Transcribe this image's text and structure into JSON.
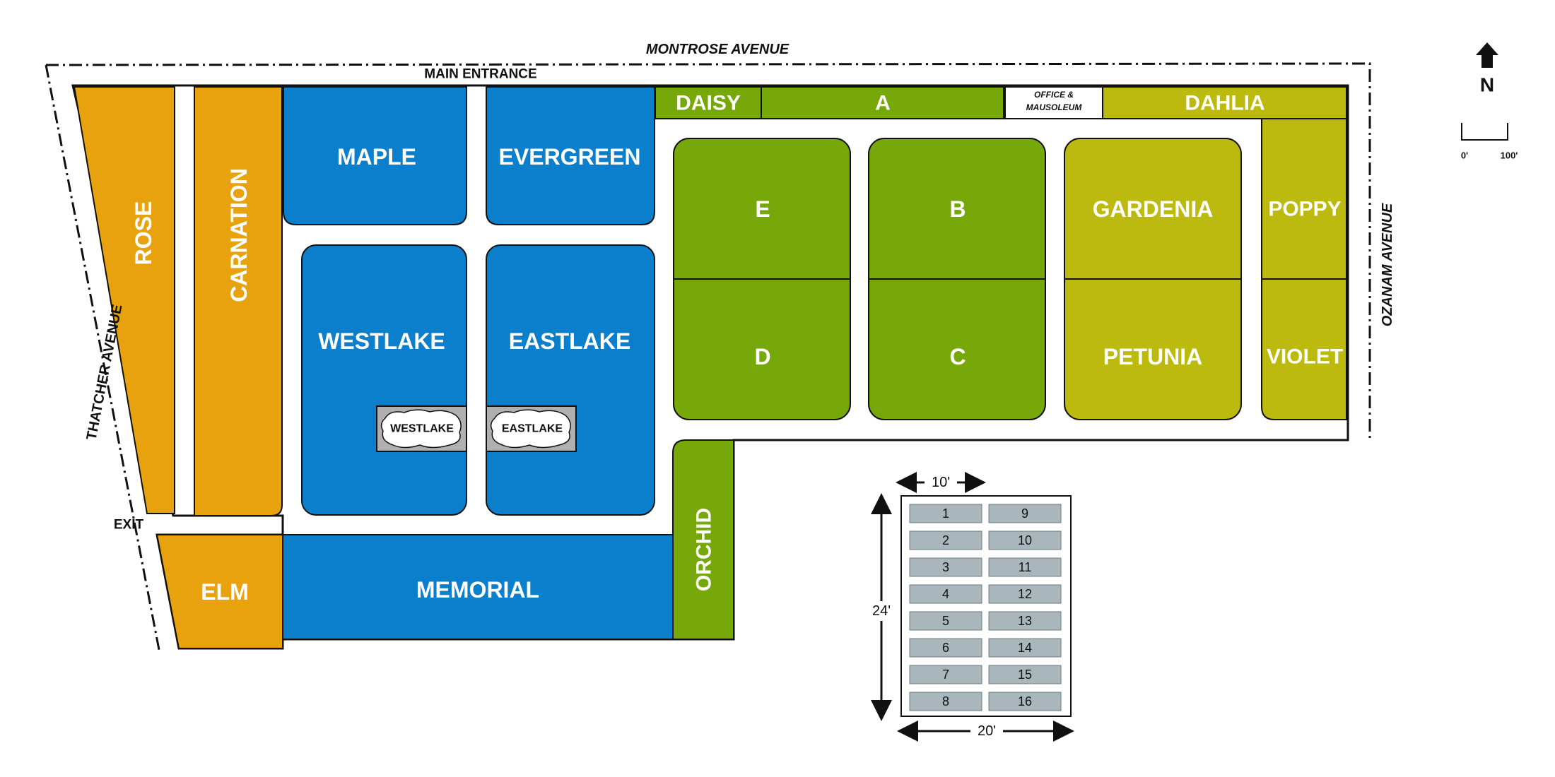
{
  "colors": {
    "orange": "#e8a20e",
    "blue": "#0b7fcb",
    "green": "#76a80a",
    "olive": "#bcba0f",
    "lake_frame": "#b0b0b0",
    "plot_fill": "#a9b6bb",
    "line": "#111111"
  },
  "roads": {
    "north": "MONTROSE AVENUE",
    "east": "OZANAM AVENUE",
    "west": "THATCHER AVENUE",
    "main_entrance": "MAIN ENTRANCE",
    "exit": "EXIT"
  },
  "compass": {
    "label": "N"
  },
  "scale": {
    "start": "0'",
    "end": "100'"
  },
  "sections": {
    "rose": "ROSE",
    "carnation": "CARNATION",
    "elm": "ELM",
    "maple": "MAPLE",
    "evergreen": "EVERGREEN",
    "westlake": "WESTLAKE",
    "eastlake": "EASTLAKE",
    "memorial": "MEMORIAL",
    "daisy": "DAISY",
    "a": "A",
    "dahlia": "DAHLIA",
    "e": "E",
    "b": "B",
    "d": "D",
    "c": "C",
    "gardenia": "GARDENIA",
    "petunia": "PETUNIA",
    "poppy": "POPPY",
    "violet": "VIOLET",
    "orchid": "ORCHID"
  },
  "office": {
    "line1": "OFFICE &",
    "line2": "MAUSOLEUM"
  },
  "lakes": {
    "west": "WESTLAKE",
    "east": "EASTLAKE"
  },
  "plot_diagram": {
    "width_label": "10'",
    "height_label": "24'",
    "bottom_label": "20'",
    "left_column": [
      "1",
      "2",
      "3",
      "4",
      "5",
      "6",
      "7",
      "8"
    ],
    "right_column": [
      "9",
      "10",
      "11",
      "12",
      "13",
      "14",
      "15",
      "16"
    ]
  }
}
